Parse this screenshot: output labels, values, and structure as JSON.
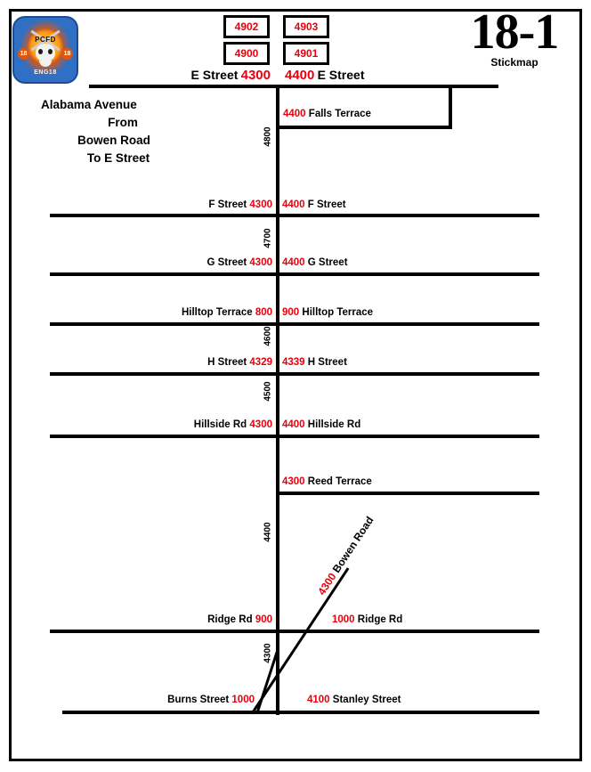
{
  "map": {
    "number": "18-1",
    "subtitle": "Stickmap",
    "logo": {
      "name": "fire-department-badge",
      "band_top": "PCFD",
      "band_bottom": "ENG18",
      "left_disc": "18",
      "right_disc": "18"
    },
    "title_lines": {
      "line1": "Alabama Avenue",
      "line2": "From",
      "line3": "Bowen Road",
      "line4": "To E Street"
    },
    "address_boxes": [
      {
        "label": "4902",
        "col": "left",
        "row": "top"
      },
      {
        "label": "4903",
        "col": "right",
        "row": "top"
      },
      {
        "label": "4900",
        "col": "left",
        "row": "bottom"
      },
      {
        "label": "4901",
        "col": "right",
        "row": "bottom"
      }
    ],
    "main_street_name": "Alabama Avenue",
    "block_numbers": [
      "4800",
      "4700",
      "4600",
      "4500",
      "4400",
      "4300"
    ],
    "cross_streets": [
      {
        "left_name": "E Street",
        "left_num": "4300",
        "right_num": "4400",
        "right_name": "E Street"
      },
      {
        "left_name": "F Street",
        "left_num": "4300",
        "right_num": "4400",
        "right_name": "F Street"
      },
      {
        "left_name": "G Street",
        "left_num": "4300",
        "right_num": "4400",
        "right_name": "G Street"
      },
      {
        "left_name": "Hilltop Terrace",
        "left_num": "800",
        "right_num": "900",
        "right_name": "Hilltop Terrace"
      },
      {
        "left_name": "H Street",
        "left_num": "4329",
        "right_num": "4339",
        "right_name": "H Street"
      },
      {
        "left_name": "Hillside Rd",
        "left_num": "4300",
        "right_num": "4400",
        "right_name": "Hillside Rd"
      },
      {
        "left_name": "Ridge Rd",
        "left_num": "900",
        "right_num": "1000",
        "right_name": "Ridge Rd"
      }
    ],
    "stub_streets": [
      {
        "num": "4400",
        "name": "Falls Terrace"
      },
      {
        "num": "4300",
        "name": "Reed Terrace"
      }
    ],
    "diagonal_streets": [
      {
        "num": "4300",
        "name": "Bowen Road"
      }
    ],
    "bottom_streets": [
      {
        "left_name": "Burns Street",
        "left_num": "1000",
        "right_num": "4100",
        "right_name": "Stanley Street"
      }
    ],
    "colors": {
      "address_red": "#e8000d",
      "line_black": "#000000",
      "badge_blue": "#2f6fc4"
    }
  }
}
